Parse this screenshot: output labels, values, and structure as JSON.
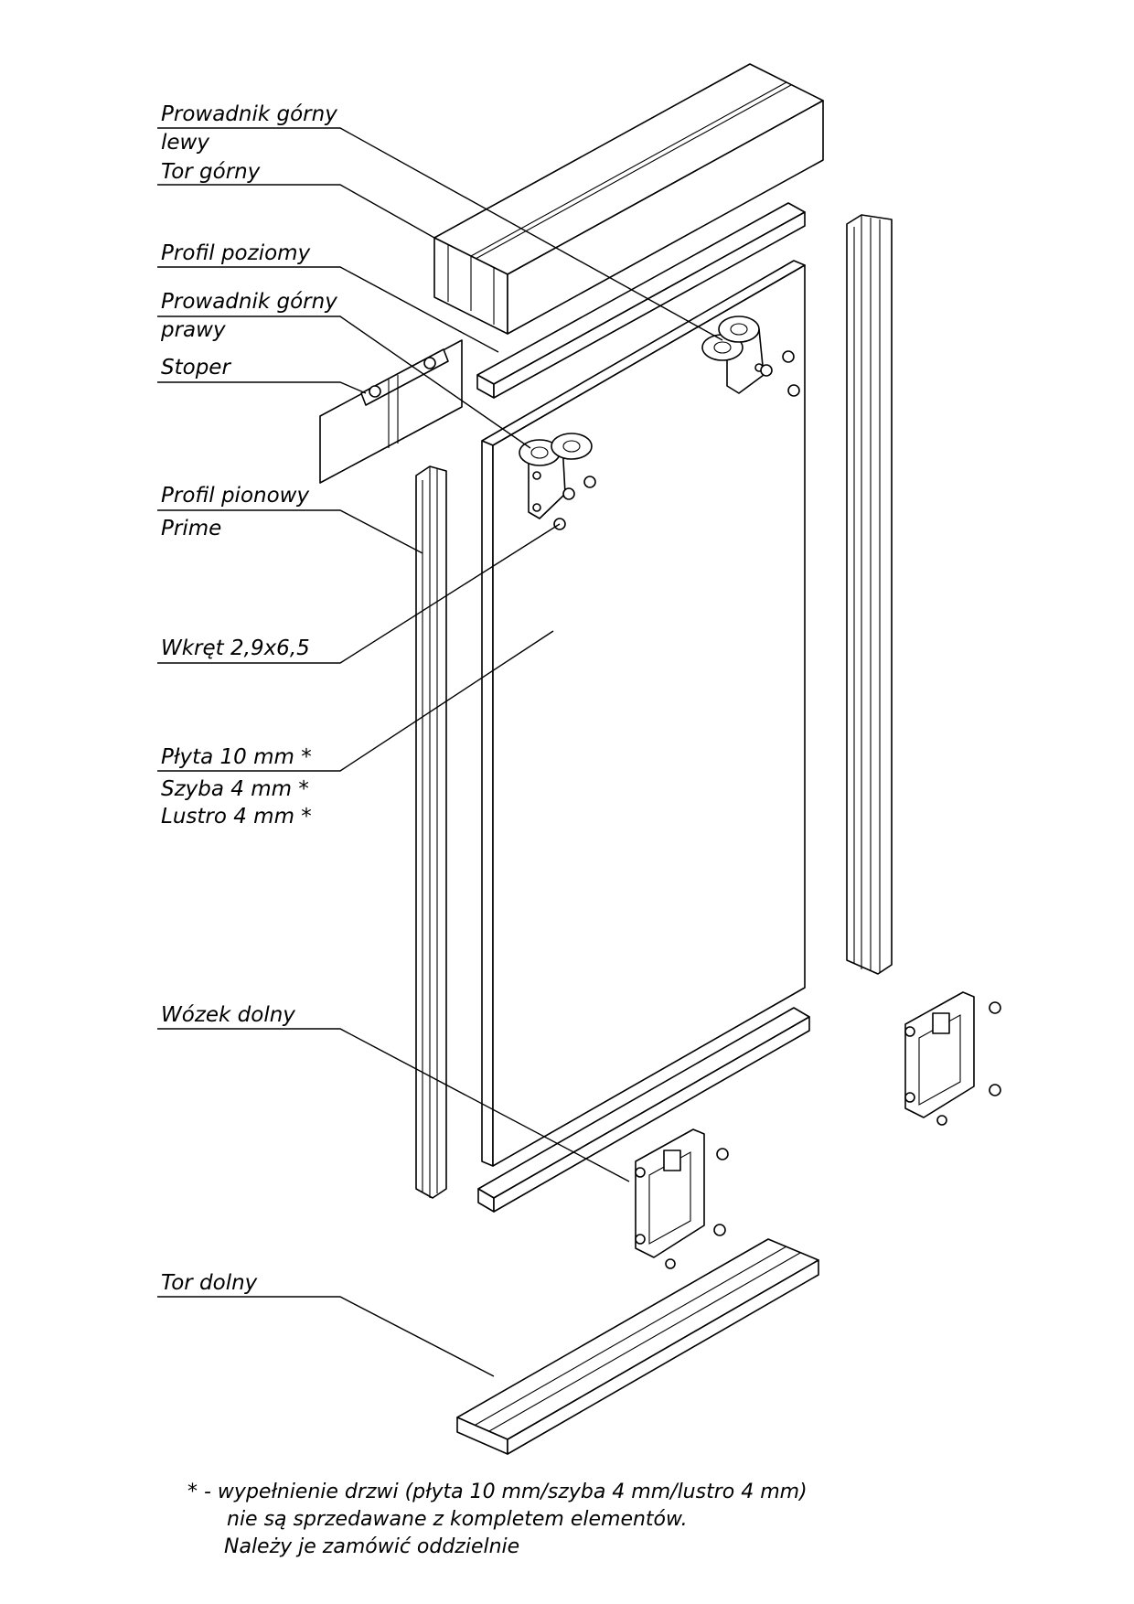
{
  "labels": {
    "prowadnik_gorny_lewy_1": "Prowadnik górny",
    "prowadnik_gorny_lewy_2": "lewy",
    "tor_gorny": "Tor górny",
    "profil_poziomy": "Profil poziomy",
    "prowadnik_gorny_prawy_1": "Prowadnik górny",
    "prowadnik_gorny_prawy_2": "prawy",
    "stoper": "Stoper",
    "profil_pionowy_1": "Profil pionowy",
    "profil_pionowy_2": "Prime",
    "wkret": "Wkręt 2,9x6,5",
    "plyta": "Płyta 10 mm *",
    "szyba": "Szyba 4 mm *",
    "lustro": "Lustro 4 mm *",
    "wozek_dolny": "Wózek dolny",
    "tor_dolny": "Tor dolny"
  },
  "footnote": {
    "line1": "* - wypełnienie drzwi (płyta 10 mm/szyba 4 mm/lustro 4 mm)",
    "line2": "nie są sprzedawane z kompletem elementów.",
    "line3": "Należy je zamówić oddzielnie"
  }
}
